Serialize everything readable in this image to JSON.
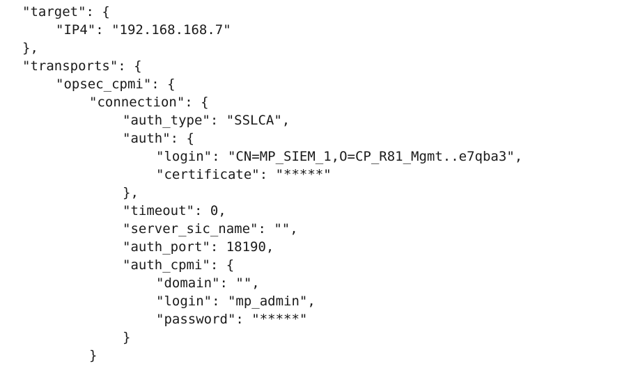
{
  "code": {
    "lines": [
      "\"target\": {",
      "\"IP4\": \"192.168.168.7\"",
      "},",
      "\"transports\": {",
      "\"opsec_cpmi\": {",
      "\"connection\": {",
      "\"auth_type\": \"SSLCA\",",
      "\"auth\": {",
      "\"login\": \"CN=MP_SIEM_1,O=CP_R81_Mgmt..e7qba3\",",
      "\"certificate\": \"*****\"",
      "},",
      "\"timeout\": 0,",
      "\"server_sic_name\": \"\",",
      "\"auth_port\": 18190,",
      "\"auth_cpmi\": {",
      "\"domain\": \"\",",
      "\"login\": \"mp_admin\",",
      "\"password\": \"*****\"",
      "}",
      "}"
    ]
  }
}
